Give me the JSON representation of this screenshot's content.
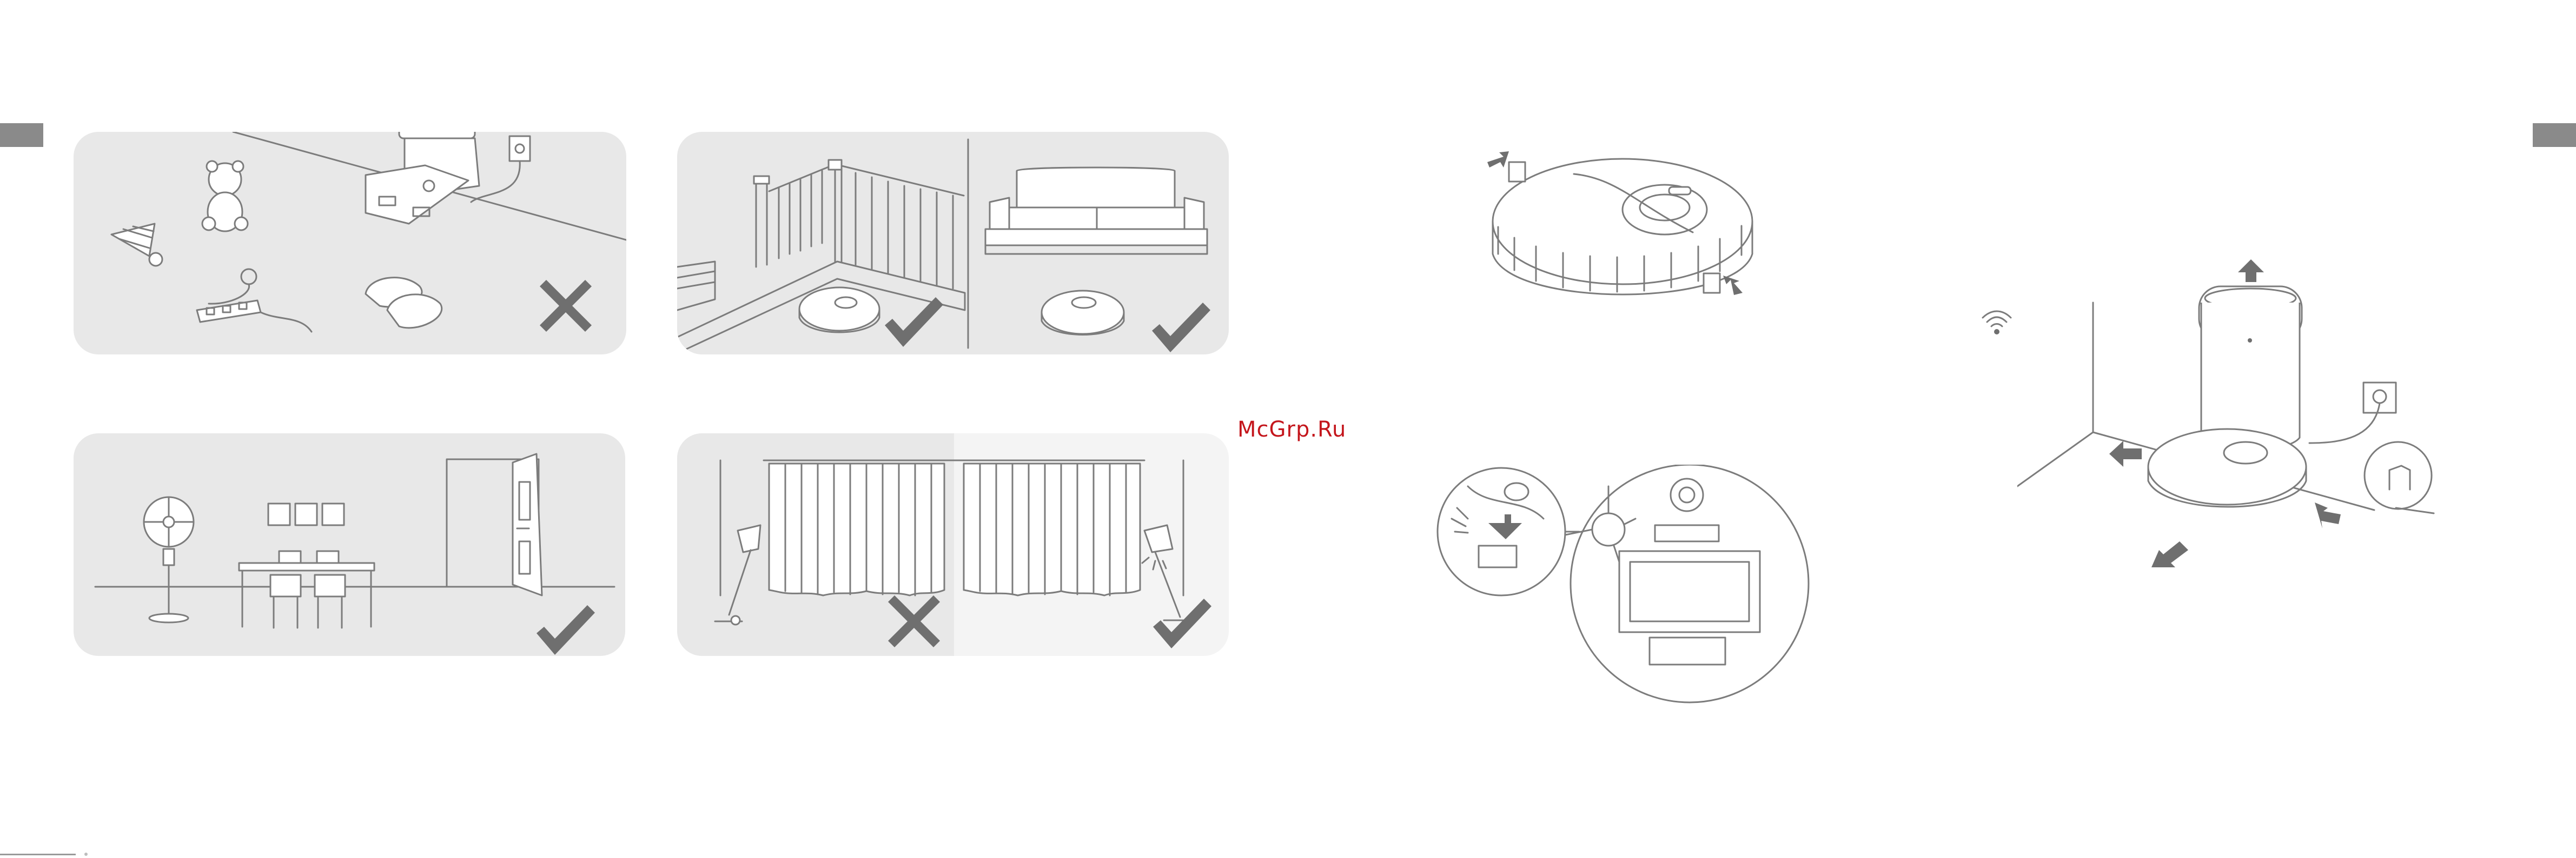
{
  "watermark": {
    "text": "McGrp.Ru"
  },
  "colors": {
    "panel_background": "#e8e8e8",
    "line_art": "#7c7c7c",
    "mark_fill": "#6f6f6f",
    "tab_fill": "#8a8a8a",
    "watermark": "#c4161c"
  },
  "panels": [
    {
      "id": "obstacles-floor",
      "mark": "cross-mark-icon"
    },
    {
      "id": "stairs-and-sofa",
      "mark": "check-mark-icon"
    },
    {
      "id": "furniture-room",
      "mark": "check-mark-icon"
    },
    {
      "id": "curtains",
      "marks": [
        "cross-mark-icon",
        "check-mark-icon"
      ]
    }
  ],
  "illustrations": [
    "side-brush-removal-illustration",
    "robot-underside-illustration",
    "wifi-icon",
    "dock-placement-illustration"
  ]
}
